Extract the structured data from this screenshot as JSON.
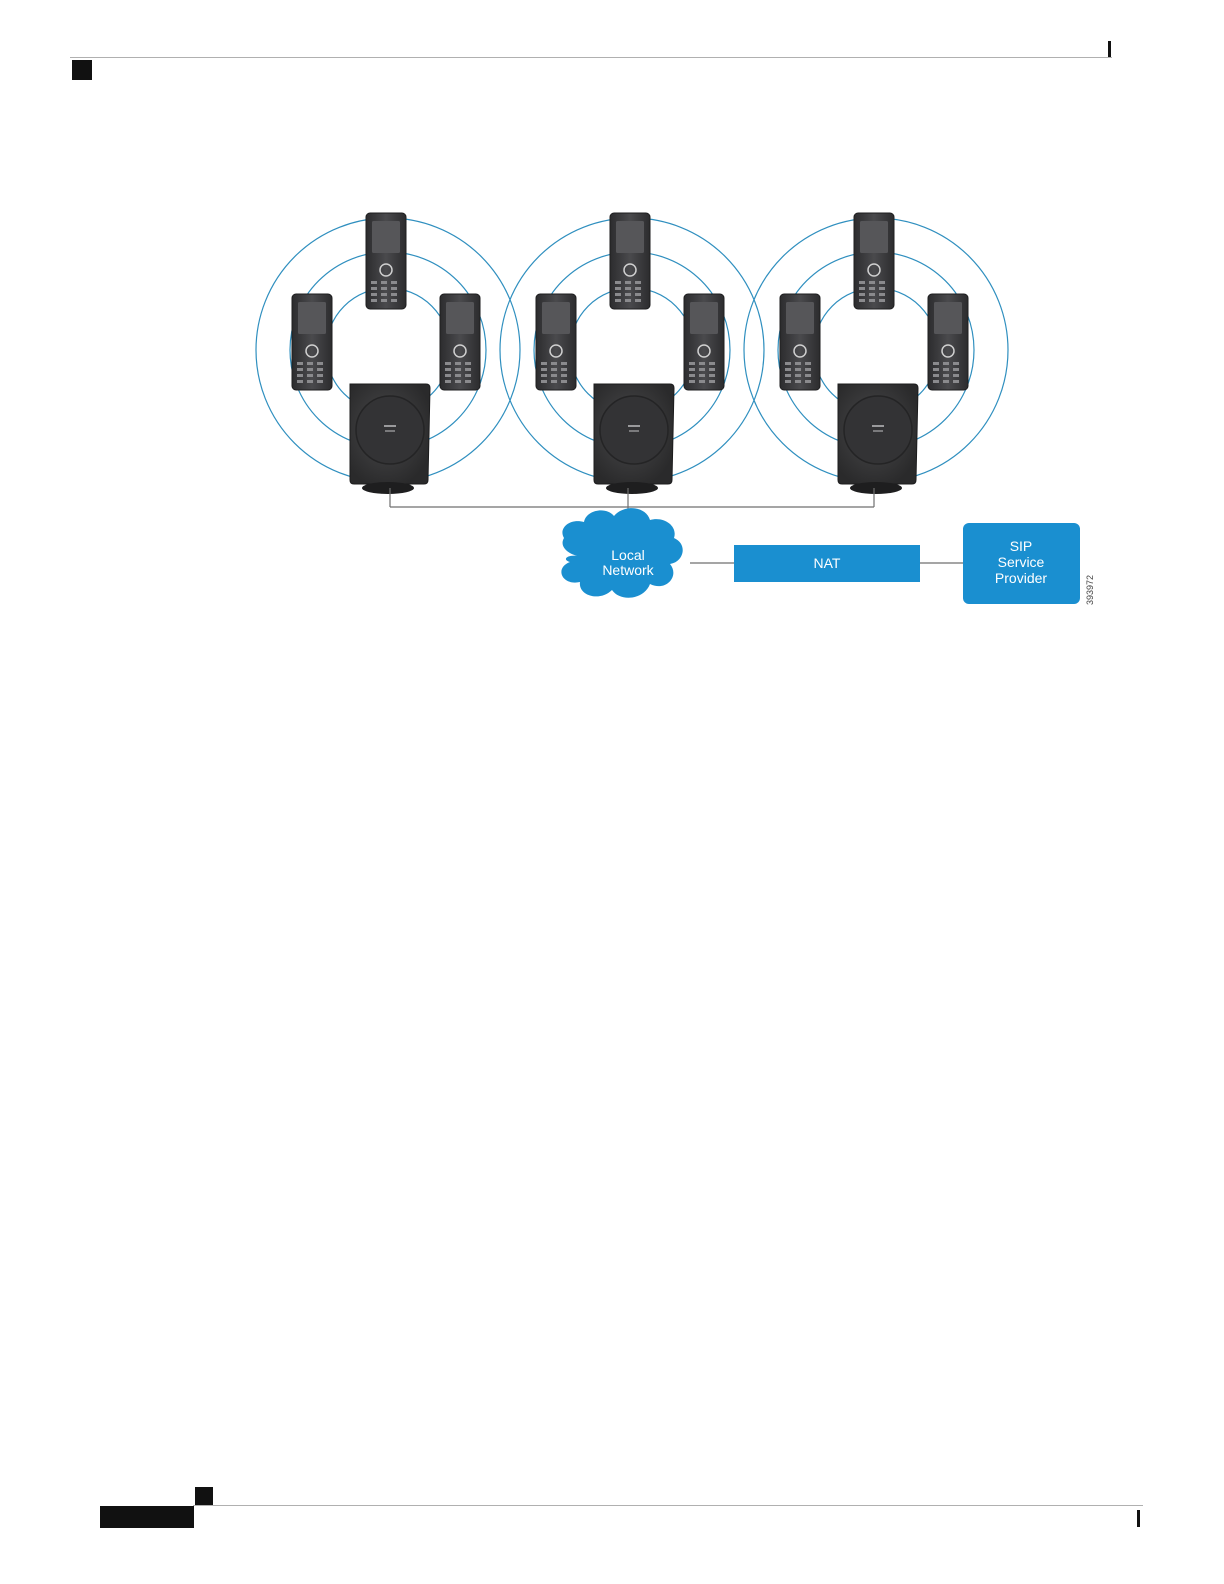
{
  "figure": {
    "cloud_label_line1": "Local",
    "cloud_label_line2": "Network",
    "nat_label": "NAT",
    "sip_label_line1": "SIP",
    "sip_label_line2": "Service",
    "sip_label_line3": "Provider",
    "figure_id": "393972"
  },
  "colors": {
    "accent_blue": "#1a8fd0",
    "ring_blue": "#2f8fbf",
    "device_dark": "#3a3a3c"
  }
}
